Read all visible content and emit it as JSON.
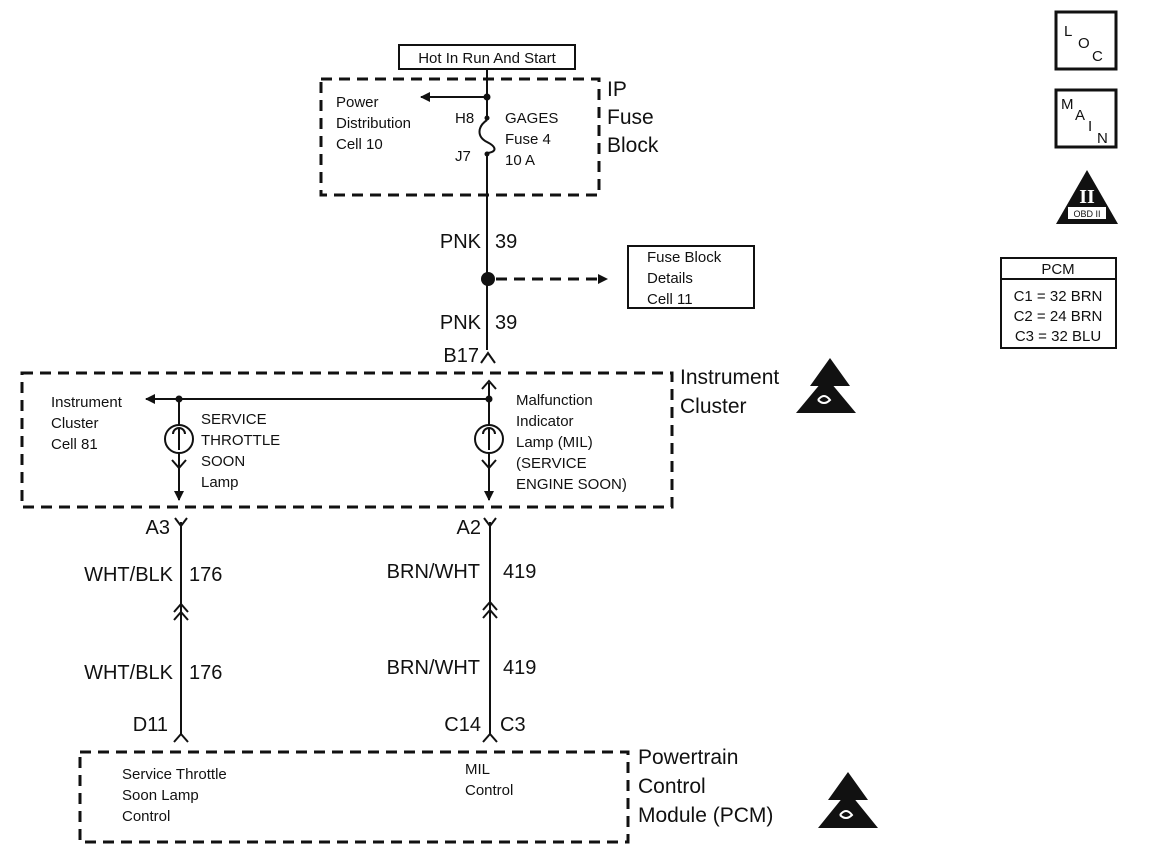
{
  "header": {
    "supply": "Hot In Run And Start"
  },
  "ip_fuse_block": {
    "title": [
      "IP",
      "Fuse",
      "Block"
    ],
    "power_distribution": [
      "Power",
      "Distribution",
      "Cell 10"
    ],
    "pin_top": "H8",
    "pin_bottom": "J7",
    "fuse": [
      "GAGES",
      "Fuse 4",
      "10 A"
    ]
  },
  "wire_pnk": {
    "color": "PNK",
    "circuit": "39"
  },
  "fuse_block_details": [
    "Fuse Block",
    "Details",
    "Cell 11"
  ],
  "instrument_cluster": {
    "connector": "B17",
    "title": [
      "Instrument",
      "Cluster"
    ],
    "ref": [
      "Instrument",
      "Cluster",
      "Cell 81"
    ],
    "lamp_left": [
      "SERVICE",
      "THROTTLE",
      "SOON",
      "Lamp"
    ],
    "lamp_right": [
      "Malfunction",
      "Indicator",
      "Lamp (MIL)",
      "(SERVICE",
      "ENGINE SOON)"
    ],
    "pin_left": "A3",
    "pin_right": "A2"
  },
  "wire_left": {
    "color": "WHT/BLK",
    "circuit": "176"
  },
  "wire_right": {
    "color": "BRN/WHT",
    "circuit": "419"
  },
  "pcm": {
    "pin_left": "D11",
    "pin_right_a": "C14",
    "pin_right_b": "C3",
    "title": [
      "Powertrain",
      "Control",
      "Module (PCM)"
    ],
    "left_func": [
      "Service Throttle",
      "Soon Lamp",
      "Control"
    ],
    "right_func": [
      "MIL",
      "Control"
    ]
  },
  "side_icons": {
    "loc": [
      "L",
      "O",
      "C"
    ],
    "main": [
      "M",
      "A",
      "I",
      "N"
    ],
    "obd": [
      "II",
      "OBD II"
    ]
  },
  "pcm_table": {
    "title": "PCM",
    "rows": [
      "C1 = 32 BRN",
      "C2 = 24 BRN",
      "C3 = 32 BLU"
    ]
  }
}
